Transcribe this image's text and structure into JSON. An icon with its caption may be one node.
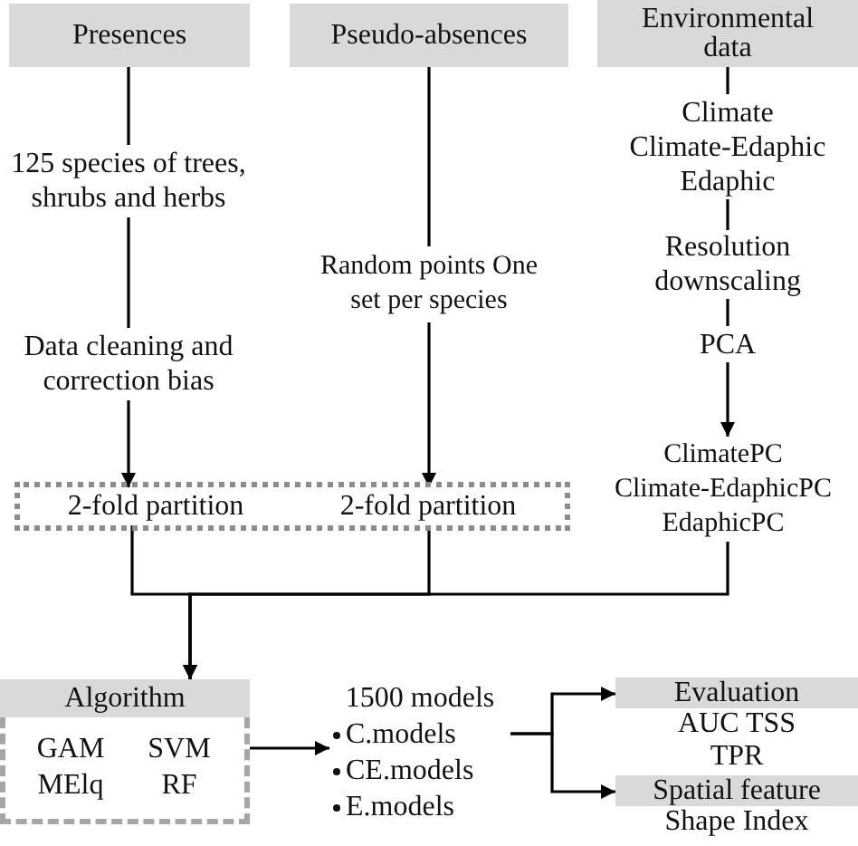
{
  "diagram": {
    "nodes": [
      {
        "text": [
          "Presences"
        ]
      },
      {
        "text": [
          "125 species of trees, shrubs and herbs"
        ]
      },
      {
        "text": [
          "Data cleaning and correction bias"
        ]
      },
      {
        "text": [],
        "shape": "box"
      },
      {
        "text": [
          "2-fold partition"
        ],
        "in": 3
      },
      {
        "text": [
          "2-fold partition"
        ],
        "in": 3
      },
      {
        "text": [
          "Pseudo-absences"
        ]
      },
      {
        "text": [
          "Random points One set per species"
        ]
      },
      {
        "text": [
          "Environmental data"
        ]
      },
      {
        "text": [
          "Climate Climate-Edaphic Edaphic"
        ]
      },
      {
        "text": [
          "Resolution downscaling"
        ]
      },
      {
        "text": [
          "PCA"
        ]
      },
      {
        "text": [
          "ClimatePC Climate-EdaphicPC EdaphicPC"
        ]
      },
      {
        "text": [
          "Algorithm",
          "GAM",
          "SVM",
          "MElq",
          "RF"
        ]
      },
      {
        "text": [
          "1500 models",
          "C.models",
          "CE.models",
          "E.models"
        ]
      },
      {
        "text": [
          "Evaluation",
          "AUC TSS",
          "TPR"
        ]
      },
      {
        "text": [
          "Spatial feature",
          "Shape Index"
        ]
      }
    ],
    "edges": [
      {
        "from": 0,
        "to": 1,
        "arrow": "none"
      },
      {
        "from": 1,
        "to": 2,
        "arrow": "none"
      },
      {
        "from": 2,
        "to": 4,
        "arrow": "to"
      },
      {
        "from": 6,
        "to": 7,
        "arrow": "none"
      },
      {
        "from": 7,
        "to": 5,
        "arrow": "to"
      },
      {
        "from": 8,
        "to": 9,
        "arrow": "none"
      },
      {
        "from": 9,
        "to": 10,
        "arrow": "none"
      },
      {
        "from": 10,
        "to": 11,
        "arrow": "none"
      },
      {
        "from": 11,
        "to": 12,
        "arrow": "to"
      },
      {
        "from": 4,
        "to": 13,
        "arrow": "to"
      },
      {
        "from": 5,
        "to": 13,
        "arrow": "to"
      },
      {
        "from": 12,
        "to": 13,
        "arrow": "to"
      },
      {
        "from": 13,
        "to": 14,
        "arrow": "to"
      },
      {
        "from": 14,
        "to": 15,
        "arrow": "to"
      },
      {
        "from": 14,
        "to": 16,
        "arrow": "to"
      }
    ]
  }
}
